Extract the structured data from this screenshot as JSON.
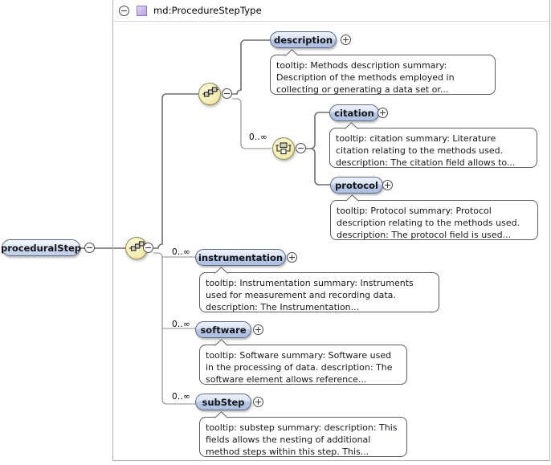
{
  "diagram": {
    "kind": "xml-schema-element-diagram",
    "root_element": {
      "label": "proceduralStep"
    },
    "type_container": {
      "title": "md:ProcedureStepType",
      "collapse_icon": "minus-circle-icon",
      "type_swatch_icon": "complex-type-swatch-icon"
    },
    "compositors": [
      {
        "id": "root-sequence",
        "icon": "sequence-compositor-icon",
        "kind": "sequence"
      },
      {
        "id": "inner-sequence",
        "icon": "sequence-compositor-icon",
        "kind": "sequence"
      },
      {
        "id": "choice",
        "icon": "choice-compositor-icon",
        "kind": "choice"
      }
    ],
    "occurrence_labels": {
      "choice": "0..∞",
      "instrumentation": "0..∞",
      "software": "0..∞",
      "substep": "0..∞"
    },
    "elements": [
      {
        "id": "description",
        "label": "description",
        "expand_icon": "plus-circle-icon",
        "tooltip": "tooltip: Methods description summary: Description of the methods employed in collecting or generating a data set or..."
      },
      {
        "id": "citation",
        "label": "citation",
        "expand_icon": "plus-circle-icon",
        "tooltip": "tooltip: citation summary: Literature citation relating to the methods used. description: The citation field allows to..."
      },
      {
        "id": "protocol",
        "label": "protocol",
        "expand_icon": "plus-circle-icon",
        "tooltip": "tooltip: Protocol summary: Protocol description relating to the methods used. description: The protocol field is used..."
      },
      {
        "id": "instrumentation",
        "label": "instrumentation",
        "expand_icon": "plus-circle-icon",
        "tooltip": "tooltip: Instrumentation summary: Instruments used for measurement and recording data. description: The Instrumentation..."
      },
      {
        "id": "software",
        "label": "software",
        "expand_icon": "plus-circle-icon",
        "tooltip": "tooltip: Software summary: Software used in the processing of data. description: The software element allows reference..."
      },
      {
        "id": "substep",
        "label": "subStep",
        "expand_icon": "plus-circle-icon",
        "tooltip": "tooltip: substep summary: description: This fields allows the nesting of additional method steps within this step. This..."
      }
    ],
    "colors": {
      "element_fill": "#b9c7e4",
      "element_border": "#5c6a86",
      "compositor_fill": "#f6f0bd",
      "compositor_border": "#8a8a5a",
      "type_swatch": "#b9a4e4",
      "line": "#6e6e6e",
      "container_border": "#b3b3b3"
    }
  }
}
